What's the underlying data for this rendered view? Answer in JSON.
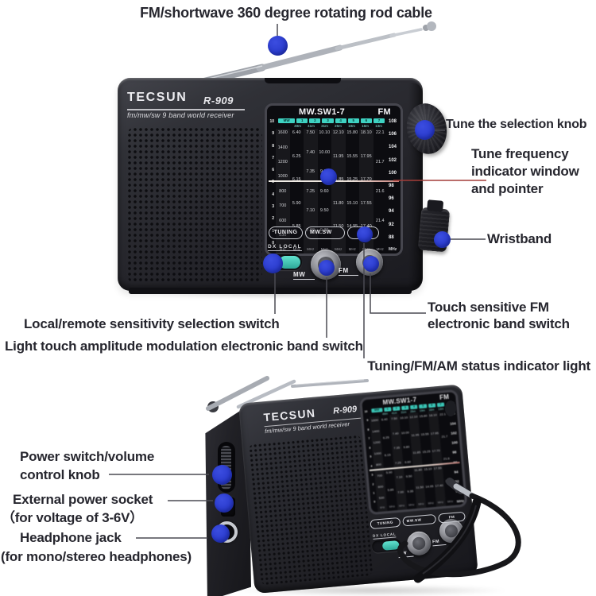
{
  "colors": {
    "annotation_dot": "#2b3ccd",
    "connector_line": "#4a4a52",
    "pointer_line": "#a33d38",
    "label_text": "#26262e",
    "teal_accent": "#3ed2c2",
    "radio_body": "#26262c"
  },
  "labels": {
    "antenna": "FM/shortwave 360 degree rotating rod cable",
    "tuning_knob": "Tune the selection knob",
    "freq_window": [
      "Tune frequency",
      "indicator window",
      "and pointer"
    ],
    "wristband": "Wristband",
    "fm_band_switch": [
      "Touch sensitive FM",
      "electronic band switch"
    ],
    "local_remote_switch": "Local/remote sensitivity selection switch",
    "am_band_switch": "Light touch amplitude modulation electronic band switch",
    "status_light": "Tuning/FM/AM status indicator light",
    "power_volume": [
      "Power switch/volume",
      "control knob"
    ],
    "power_socket": [
      "External power socket",
      "（for voltage of 3-6V）"
    ],
    "headphone": [
      "Headphone jack",
      "(for mono/stereo headphones)"
    ]
  },
  "radio": {
    "brand": "TECSUN",
    "model": "R-909",
    "tagline": "fm/mw/sw 9 band world receiver",
    "indicator_windows": [
      "TUNING",
      "MW.SW",
      "FM"
    ],
    "dx_local_label": "DX LOCAL",
    "mw_button_label": "MW",
    "fm_button_label": "FM",
    "dial": {
      "header_left": "MW.SW1-7",
      "header_right": "FM",
      "band_chips": [
        "MW",
        "1",
        "2",
        "3",
        "4",
        "5",
        "6",
        "7"
      ],
      "meter_labels": [
        "49m",
        "41m",
        "31m",
        "25m",
        "19m",
        "16m",
        "13m"
      ],
      "left_scale": [
        "10",
        "9",
        "8",
        "7",
        "6",
        "5",
        "4",
        "3",
        "2",
        "1",
        "0"
      ],
      "fm_scale": [
        "108",
        "106",
        "104",
        "102",
        "100",
        "98",
        "96",
        "94",
        "92",
        "88"
      ],
      "fm_unit": "MHz",
      "columns": [
        {
          "values": [
            "1600",
            "1400",
            "1200",
            "1000",
            "800",
            "700",
            "600",
            "530"
          ],
          "unit": "kHz"
        },
        {
          "values": [
            "6.40",
            "6.25",
            "6.15",
            "5.90",
            "5.85"
          ],
          "unit": "MHz"
        },
        {
          "values": [
            "7.50",
            "7.40",
            "7.35",
            "7.25",
            "7.10",
            "7.00"
          ],
          "unit": "MHz"
        },
        {
          "values": [
            "10.10",
            "10.00",
            "9.80",
            "9.60",
            "9.50",
            "9.35"
          ],
          "unit": "MHz"
        },
        {
          "values": [
            "12.10",
            "11.95",
            "11.85",
            "11.80",
            "11.50"
          ],
          "unit": "MHz"
        },
        {
          "values": [
            "15.80",
            "15.55",
            "15.25",
            "15.10",
            "14.95"
          ],
          "unit": "MHz"
        },
        {
          "values": [
            "18.10",
            "17.95",
            "17.70",
            "17.55",
            "17.40"
          ],
          "unit": "MHz"
        },
        {
          "values": [
            "22.1",
            "21.7",
            "21.6",
            "21.4"
          ],
          "unit": "MHz"
        }
      ]
    }
  }
}
